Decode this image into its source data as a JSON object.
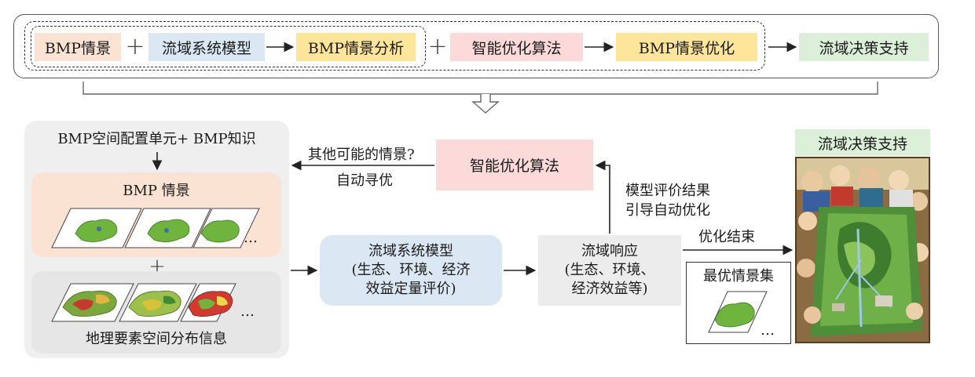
{
  "top_flow": {
    "bmp_scenario": "BMP情景",
    "plus1": "+",
    "watershed_model": "流域系统模型",
    "scenario_analysis": "BMP情景分析",
    "plus2": "+",
    "optimization_algorithm": "智能优化算法",
    "scenario_optimization": "BMP情景优化",
    "decision_support": "流域决策支持"
  },
  "left_panel": {
    "header": "BMP空间配置单元+ BMP知识",
    "scenario_title": "BMP 情景",
    "ellipsis1": "…",
    "plus": "+",
    "ellipsis2": "…",
    "footer": "地理要素空间分布信息"
  },
  "middle": {
    "other_scenarios": "其他可能的情景?",
    "auto_search": "自动寻优",
    "optimization_algorithm": "智能优化算法",
    "model_eval_line1": "模型评价结果",
    "model_eval_line2": "引导自动优化",
    "watershed_model_line1": "流域系统模型",
    "watershed_model_line2": "(生态、环境、经济",
    "watershed_model_line3": "效益定量评价)",
    "response_line1": "流域响应",
    "response_line2": "(生态、环境、",
    "response_line3": "经济效益等)",
    "optimization_result": "优化结束",
    "optimal_set": "最优情景集",
    "ellipsis": "…"
  },
  "right_panel": {
    "title": "流域决策支持"
  },
  "colors": {
    "peach": "#fbe3d3",
    "blue": "#dbe7f3",
    "yellow": "#fde59a",
    "pink": "#fbdad9",
    "green": "#dcefd8",
    "gray_panel": "#efefef",
    "gray_box": "#ececec",
    "map_green": "#6fb43c"
  }
}
